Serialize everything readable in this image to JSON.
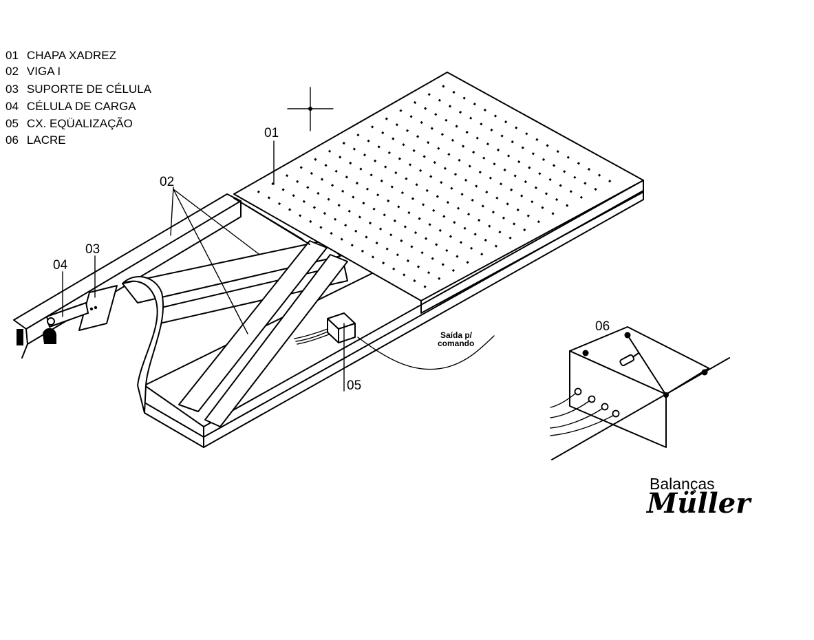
{
  "legend": {
    "items": [
      {
        "code": "01",
        "text": "CHAPA XADREZ"
      },
      {
        "code": "02",
        "text": "VIGA I"
      },
      {
        "code": "03",
        "text": "SUPORTE DE CÉLULA"
      },
      {
        "code": "04",
        "text": "CÉLULA DE CARGA"
      },
      {
        "code": "05",
        "text": "CX. EQÜALIZAÇÃO"
      },
      {
        "code": "06",
        "text": "LACRE"
      }
    ]
  },
  "callouts": {
    "c01": "01",
    "c02": "02",
    "c03": "03",
    "c04": "04",
    "c05": "05",
    "c06": "06"
  },
  "note": {
    "line1": "Saída p/",
    "line2": "comando"
  },
  "brand": {
    "top": "Balanças",
    "name": "Müller"
  }
}
